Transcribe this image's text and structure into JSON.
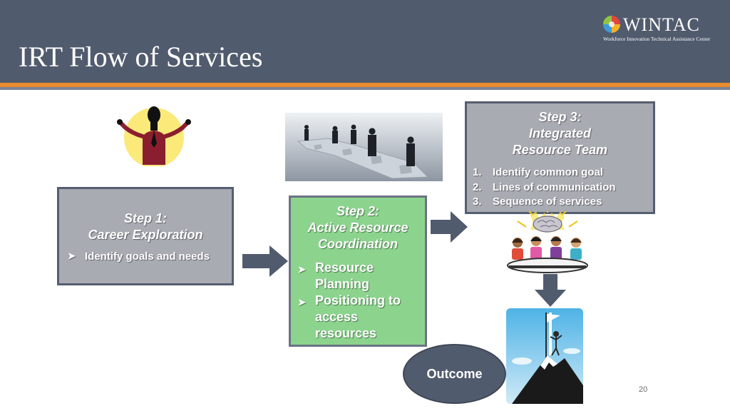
{
  "slide": {
    "title": "IRT Flow of Services",
    "page_number": "20"
  },
  "logo": {
    "name": "WINTAC",
    "subtitle": "Workforce Innovation Technical Assistance Center"
  },
  "step1": {
    "heading_line1": "Step 1:",
    "heading_line2": "Career Exploration",
    "bullets": [
      "Identify goals and needs"
    ]
  },
  "step2": {
    "heading_line1": "Step 2:",
    "heading_line2": "Active Resource",
    "heading_line3": "Coordination",
    "bullets": [
      "Resource Planning",
      "Positioning to access resources"
    ]
  },
  "step3": {
    "heading_line1": "Step 3:",
    "heading_line2": "Integrated",
    "heading_line3": "Resource Team",
    "items": [
      {
        "num": "1.",
        "text": "Identify common goal"
      },
      {
        "num": "2.",
        "text": "Lines of communication"
      },
      {
        "num": "3.",
        "text": "Sequence of services"
      }
    ]
  },
  "outcome": {
    "label": "Outcome"
  },
  "colors": {
    "header": "#515b6e",
    "accent_rule": "#e98b2f",
    "step_box": "#a9abb3",
    "step2_box": "#8cd48e",
    "arrow": "#515b6e"
  }
}
